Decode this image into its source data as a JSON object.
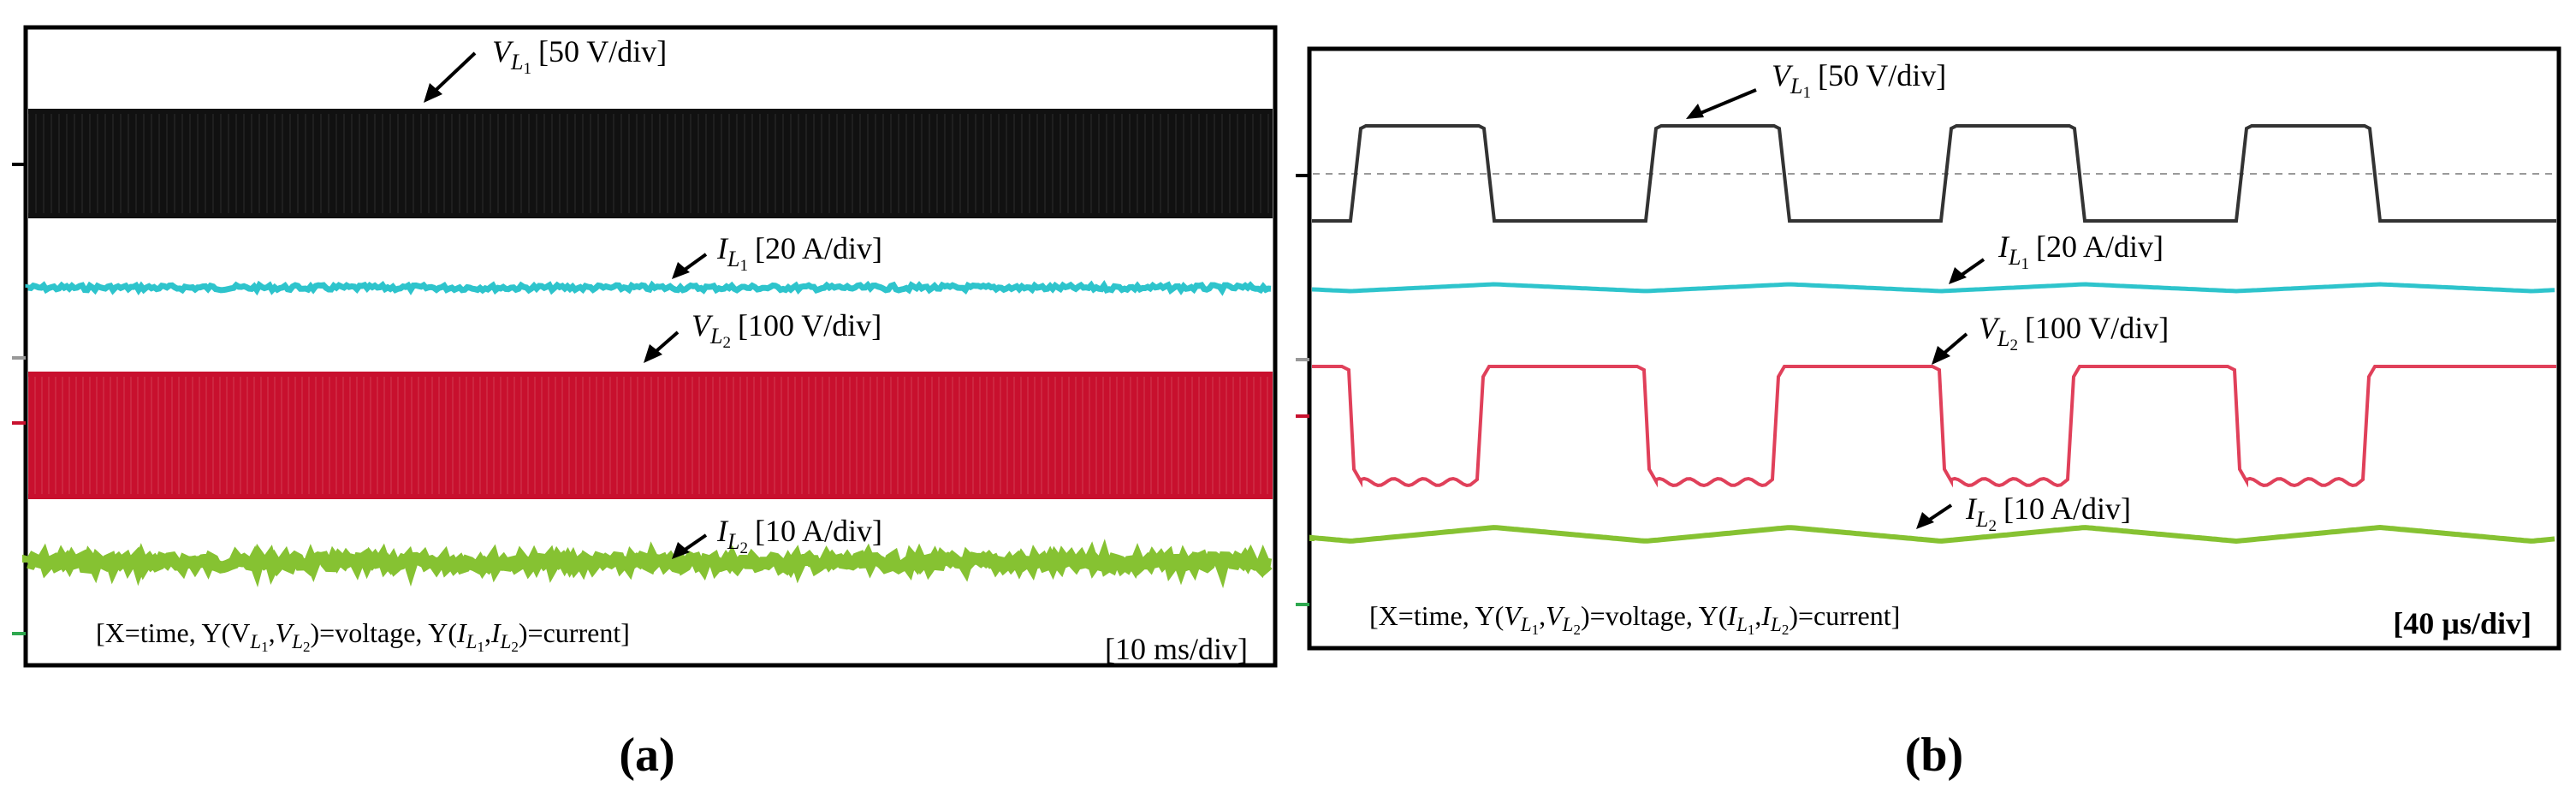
{
  "panels": [
    {
      "id": "a",
      "caption": "(a)",
      "scale_text": "[10 ms/div]",
      "axes_text": {
        "prefix": "[X=time, Y(V",
        "sep1": ",",
        "mid": ")=voltage, Y(",
        "sep2": ",",
        "suffix": ")=current]",
        "v1": {
          "sym": "V",
          "sub": "L",
          "subsub": "1"
        },
        "v2": {
          "sym": "V",
          "sub": "L",
          "subsub": "2"
        },
        "i1": {
          "sym": "I",
          "sub": "L",
          "subsub": "1"
        },
        "i2": {
          "sym": "I",
          "sub": "L",
          "subsub": "2"
        }
      },
      "channels": [
        {
          "sym": "V",
          "sub": "L",
          "subsub": "1",
          "scale": "[50 V/div]",
          "color": "#111111"
        },
        {
          "sym": "I",
          "sub": "L",
          "subsub": "1",
          "scale": "[20 A/div]",
          "color": "#2ec4cc"
        },
        {
          "sym": "V",
          "sub": "L",
          "subsub": "2",
          "scale": "[100 V/div]",
          "color": "#c8102e"
        },
        {
          "sym": "I",
          "sub": "L",
          "subsub": "2",
          "scale": "[10 A/div]",
          "color": "#86c232"
        }
      ]
    },
    {
      "id": "b",
      "caption": "(b)",
      "scale_text": "[40 µs/div]",
      "axes_text": {
        "prefix": "[X=time, Y(",
        "sep1": ",",
        "mid": ")=voltage, Y(",
        "sep2": ",",
        "suffix": ")=current]",
        "v1": {
          "sym": "V",
          "sub": "L",
          "subsub": "1"
        },
        "v2": {
          "sym": "V",
          "sub": "L",
          "subsub": "2"
        },
        "i1": {
          "sym": "I",
          "sub": "L",
          "subsub": "1"
        },
        "i2": {
          "sym": "I",
          "sub": "L",
          "subsub": "2"
        }
      },
      "channels": [
        {
          "sym": "V",
          "sub": "L",
          "subsub": "1",
          "scale": "[50 V/div]",
          "color": "#333333"
        },
        {
          "sym": "I",
          "sub": "L",
          "subsub": "1",
          "scale": "[20 A/div]",
          "color": "#2ec4cc"
        },
        {
          "sym": "V",
          "sub": "L",
          "subsub": "2",
          "scale": "[100 V/div]",
          "color": "#e0405a"
        },
        {
          "sym": "I",
          "sub": "L",
          "subsub": "2",
          "scale": "[10 A/div]",
          "color": "#86c232"
        }
      ]
    }
  ],
  "chart_data": [
    {
      "type": "line",
      "panel": "a",
      "xlabel": "time",
      "time_per_div": "10 ms/div",
      "series": [
        {
          "name": "VL1",
          "volts_per_div": "50 V/div",
          "waveform": "square (dense envelope)"
        },
        {
          "name": "IL1",
          "amps_per_div": "20 A/div",
          "waveform": "near-constant"
        },
        {
          "name": "VL2",
          "volts_per_div": "100 V/div",
          "waveform": "square (dense envelope)"
        },
        {
          "name": "IL2",
          "amps_per_div": "10 A/div",
          "waveform": "near-constant"
        }
      ]
    },
    {
      "type": "line",
      "panel": "b",
      "xlabel": "time",
      "time_per_div": "40 µs/div",
      "series": [
        {
          "name": "VL1",
          "volts_per_div": "50 V/div",
          "waveform": "square",
          "periods_shown": 4
        },
        {
          "name": "IL1",
          "amps_per_div": "20 A/div",
          "waveform": "triangular ripple"
        },
        {
          "name": "VL2",
          "volts_per_div": "100 V/div",
          "waveform": "square",
          "periods_shown": 4
        },
        {
          "name": "IL2",
          "amps_per_div": "10 A/div",
          "waveform": "triangular ripple"
        }
      ]
    }
  ]
}
